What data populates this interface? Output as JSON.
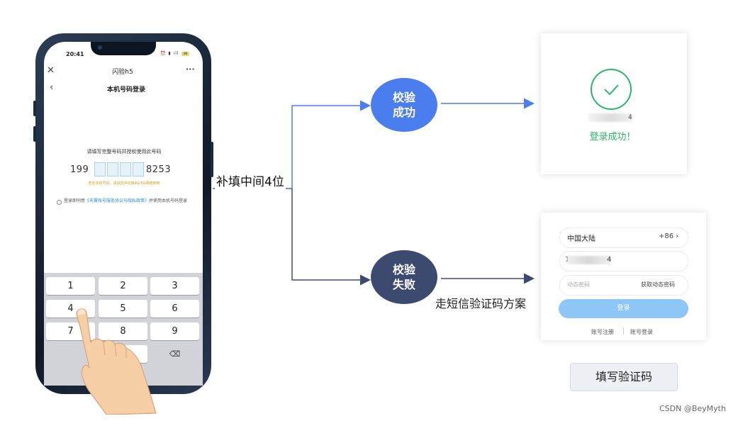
{
  "phone": {
    "status_time": "20:41",
    "battery": "98",
    "bar_title": "闪验h5",
    "page_title": "本机号码登录",
    "instruction": "请填写完整号码并授权使用此号码",
    "number_prefix": "199",
    "number_suffix": "8253",
    "tip": "若非本机号码，请退回并切换4G/5G网络使用",
    "agree_prefix": "登录即同意",
    "agree_link": "《天翼账号服务协议与隐私政策》",
    "agree_suffix": "并使用本机号码登录",
    "keys": [
      "1",
      "2",
      "3",
      "4",
      "5",
      "6",
      "7",
      "8",
      "9"
    ]
  },
  "flow": {
    "center_label": "补填中间4位",
    "success_circle": [
      "校验",
      "成功"
    ],
    "fail_circle": [
      "校验",
      "失败"
    ],
    "fail_note": "走短信验证码方案",
    "colors": {
      "success": "#4a7ded",
      "fail": "#3c4a6f",
      "arrow_success": "#4a7ded",
      "arrow_fail": "#3c4a6f"
    }
  },
  "success_card": {
    "masked_number_tail": "4",
    "message": "登录成功！"
  },
  "fail_card": {
    "region": "中国大陆",
    "country_code": "+86",
    "masked_number_head": "1",
    "masked_number_tail": "4",
    "sms_placeholder": "动态密码",
    "sms_button": "获取动态密码",
    "login_button": "登录",
    "register_link": "账号注册",
    "account_login_link": "账号登录"
  },
  "fill_button": "填写验证码",
  "watermark": "CSDN @BeyMyth"
}
